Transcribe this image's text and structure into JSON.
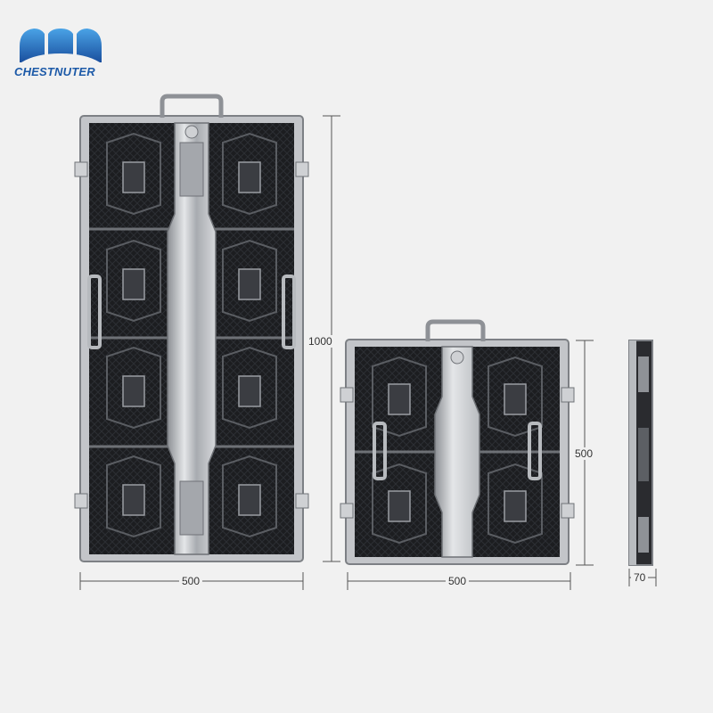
{
  "brand": {
    "name": "CHESTNUTER"
  },
  "cabinets": [
    {
      "id": "tall-cabinet",
      "width_label": "500",
      "height_label": "1000"
    },
    {
      "id": "square-cabinet",
      "width_label": "500",
      "height_label": "500"
    },
    {
      "id": "side-profile",
      "depth_label": "70"
    }
  ],
  "colors": {
    "background": "#f1f1f1",
    "frame": "#b9bcc0",
    "panel": "#1c1d20",
    "brand_blue": "#1d5aa8"
  }
}
